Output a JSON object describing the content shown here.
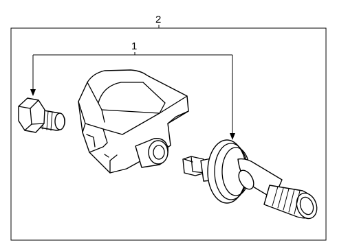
{
  "callouts": {
    "assembly_number": "2",
    "component_number": "1"
  },
  "parts": {
    "bolt": "hex-bolt",
    "sensor": "tpms-sensor-body",
    "valve": "valve-stem"
  }
}
